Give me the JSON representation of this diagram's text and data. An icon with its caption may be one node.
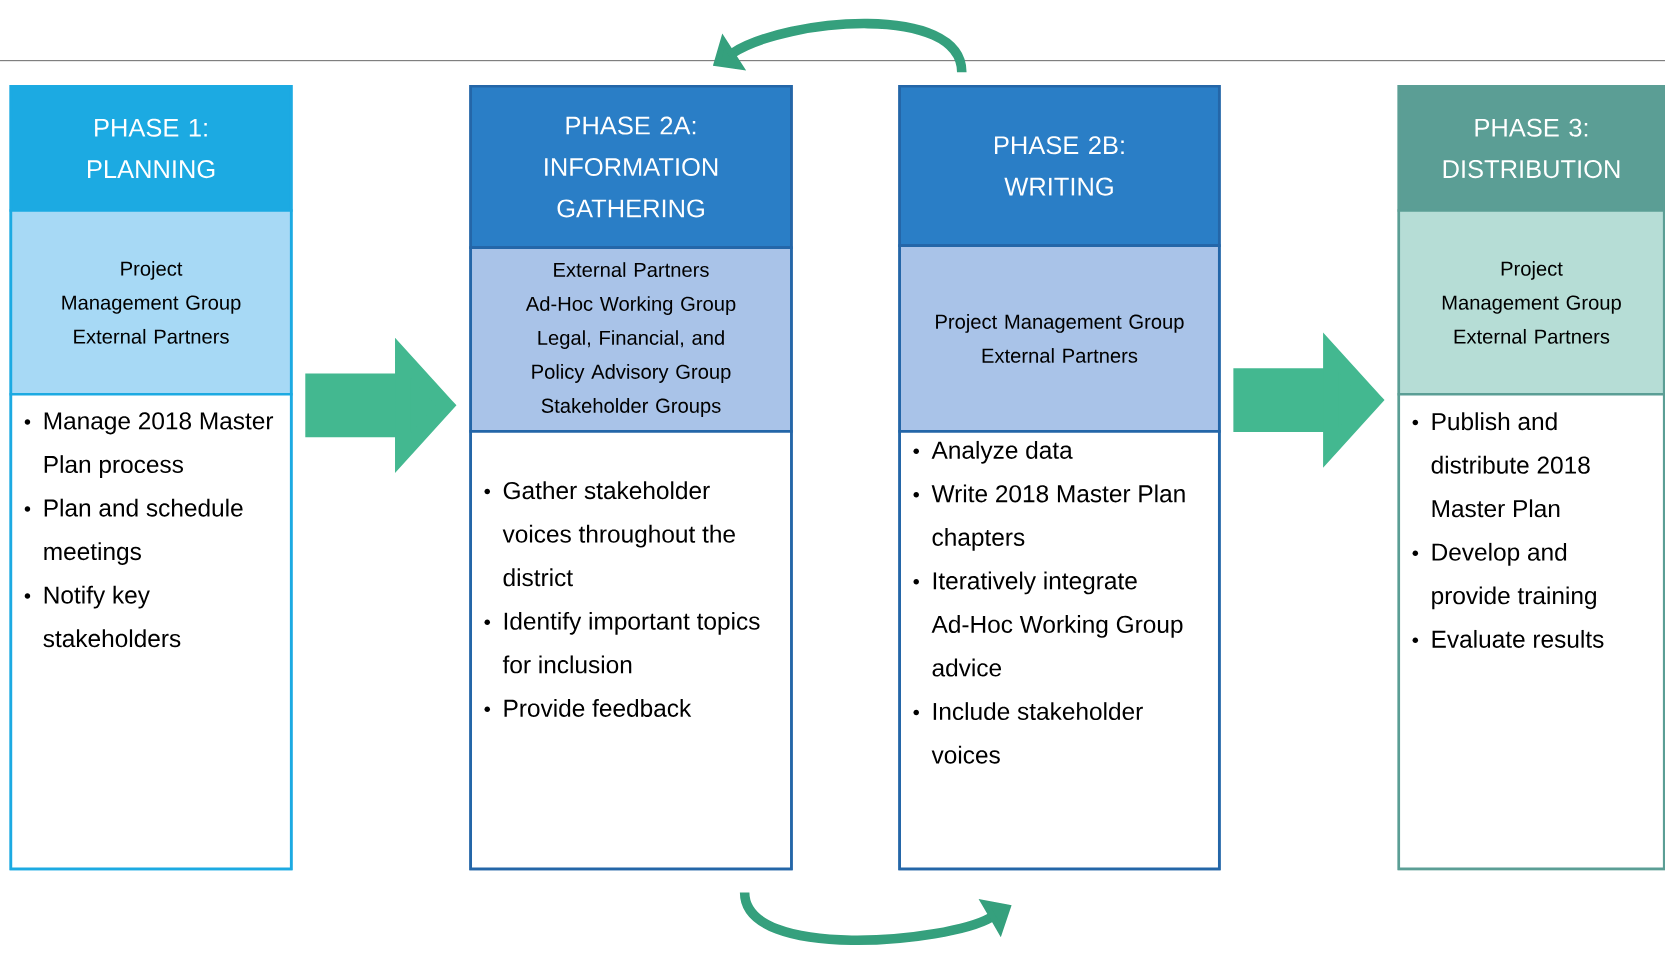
{
  "diagram": {
    "nodes": [
      {
        "text": [],
        "shape": "box"
      },
      {
        "text": [
          "PHASE 1: PLANNING"
        ],
        "in": 0
      },
      {
        "text": [
          "Project Management Group",
          "External Partners"
        ],
        "in": 0
      },
      {
        "text": [
          "Manage 2018 Master Plan process",
          "Plan and schedule meetings",
          "Notify key stakeholders"
        ],
        "in": 0
      },
      {
        "text": [],
        "shape": "box"
      },
      {
        "text": [
          "PHASE 2A: INFORMATION GATHERING"
        ],
        "in": 4
      },
      {
        "text": [
          "External Partners",
          "Ad-Hoc Working Group",
          "Legal, Financial, and Policy Advisory Group",
          "Stakeholder Groups"
        ],
        "in": 4
      },
      {
        "text": [
          "Gather stakeholder voices throughout the district",
          "Identify important topics for inclusion",
          "Provide feedback"
        ],
        "in": 4
      },
      {
        "text": [],
        "shape": "box"
      },
      {
        "text": [
          "PHASE 2B: WRITING"
        ],
        "in": 8
      },
      {
        "text": [
          "Project Management Group",
          "External Partners"
        ],
        "in": 8
      },
      {
        "text": [
          "Analyze data",
          "Write 2018 Master Plan chapters",
          "Iteratively integrate Ad-Hoc Working Group advice",
          "Include stakeholder voices"
        ],
        "in": 8
      },
      {
        "text": [],
        "shape": "box"
      },
      {
        "text": [
          "PHASE 3: DISTRIBUTION"
        ],
        "in": 12
      },
      {
        "text": [
          "Project Management Group",
          "External Partners"
        ],
        "in": 12
      },
      {
        "text": [
          "Publish and distribute 2018 Master Plan",
          "Develop and provide training",
          "Evaluate results"
        ],
        "in": 12
      }
    ],
    "edges": [
      {
        "from": 0,
        "to": 4,
        "arrow": "to",
        "style": "thick"
      },
      {
        "from": 8,
        "to": 4,
        "arrow": "to"
      },
      {
        "from": 4,
        "to": 8,
        "arrow": "to"
      },
      {
        "from": 8,
        "to": 12,
        "arrow": "to",
        "style": "thick"
      }
    ]
  }
}
